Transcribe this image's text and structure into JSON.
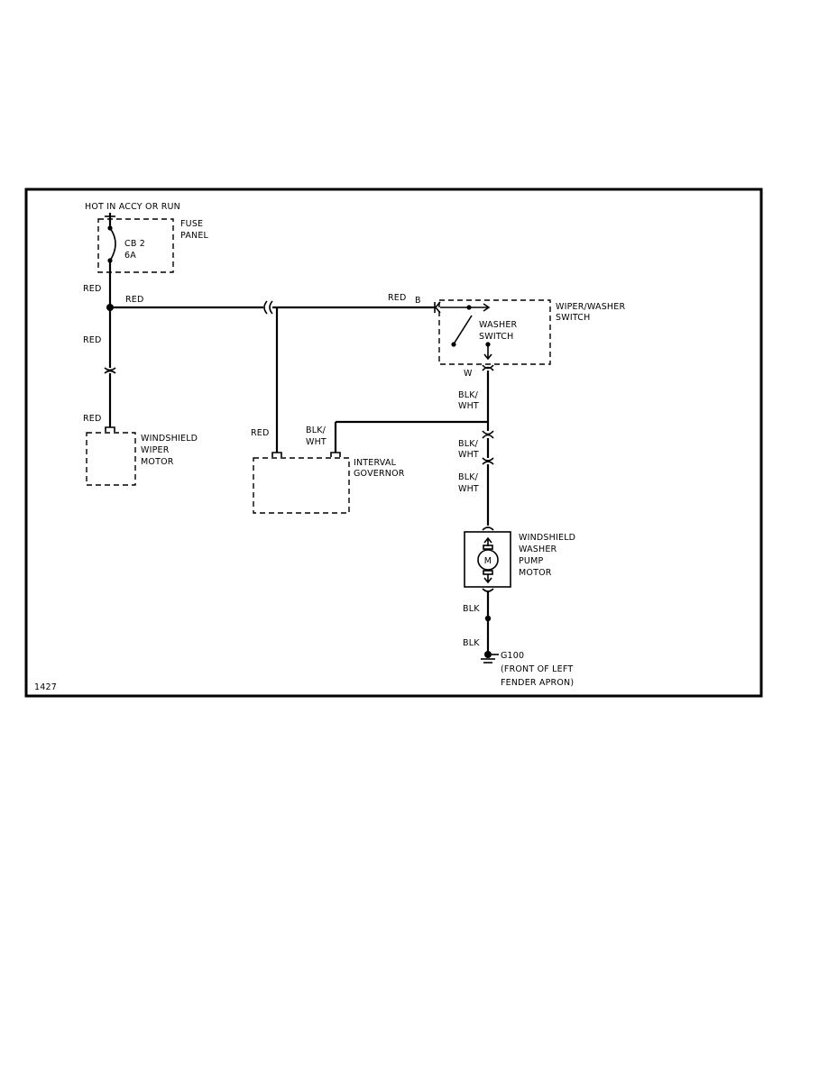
{
  "diagram": {
    "top_label": "HOT IN ACCY OR RUN",
    "fuse_panel": [
      "FUSE",
      "PANEL"
    ],
    "breaker": [
      "CB 2",
      "6A"
    ],
    "wiper_washer_switch": [
      "WIPER/WASHER",
      "SWITCH"
    ],
    "washer_switch": [
      "WASHER",
      "SWITCH"
    ],
    "wiper_motor": [
      "WINDSHIELD",
      "WIPER",
      "MOTOR"
    ],
    "interval_governor": [
      "INTERVAL",
      "GOVERNOR"
    ],
    "pump_motor": [
      "WINDSHIELD",
      "WASHER",
      "PUMP",
      "MOTOR"
    ],
    "motor_symbol": "M",
    "ground": [
      "G100",
      "(FRONT OF LEFT",
      "FENDER APRON)"
    ],
    "wire_labels": {
      "red_left_upper": "RED",
      "red_main": "RED",
      "red_left_mid": "RED",
      "red_left_lower": "RED",
      "red_governor": "RED",
      "red_switch": "RED",
      "pin_b": "B",
      "pin_w": "W",
      "blk_wht_switch": [
        "BLK/",
        "WHT"
      ],
      "blk_wht_governor": [
        "BLK/",
        "WHT"
      ],
      "blk_wht_connector": [
        "BLK/",
        "WHT"
      ],
      "blk_wht_pump": [
        "BLK/",
        "WHT"
      ],
      "blk_upper": "BLK",
      "blk_lower": "BLK"
    },
    "figure_number": "1427"
  }
}
